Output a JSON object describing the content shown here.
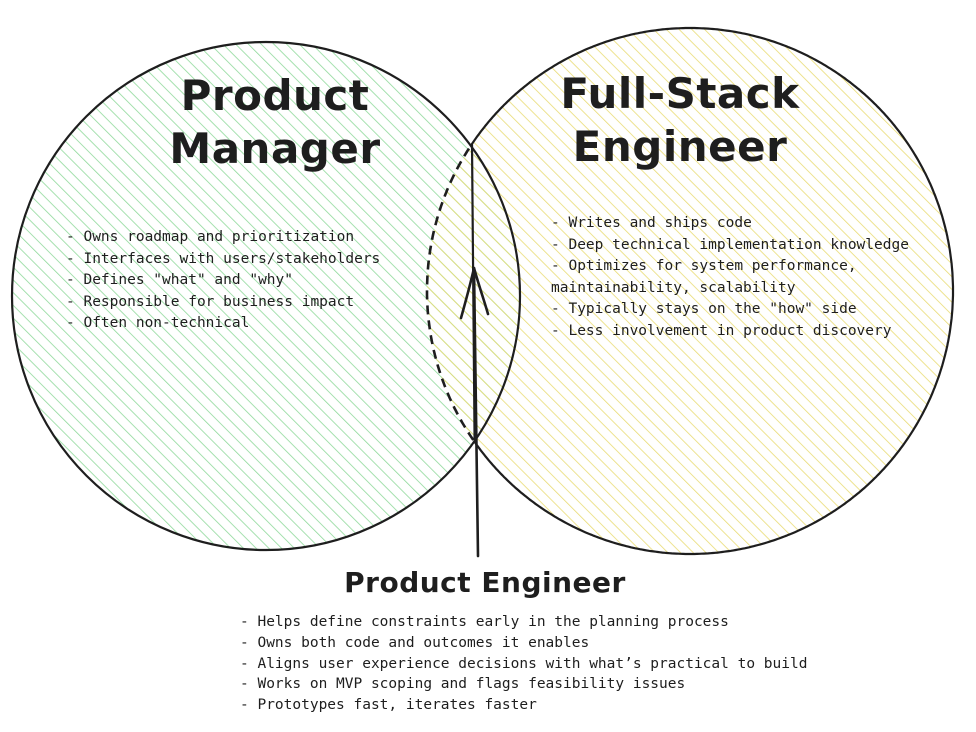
{
  "diagram": {
    "product_manager": {
      "title_lines": [
        "Product",
        "Manager"
      ],
      "fill_color": "#b2f2bb",
      "bullets": [
        "Owns roadmap and prioritization",
        "Interfaces with users/stakeholders",
        "Defines \"what\" and \"why\"",
        "Responsible for business impact",
        "Often non-technical"
      ]
    },
    "full_stack_engineer": {
      "title_lines": [
        "Full-Stack",
        "Engineer"
      ],
      "fill_color": "#ffec99",
      "bullets": [
        "Writes and ships code",
        "Deep technical implementation knowledge",
        "Optimizes for system performance,",
        "maintainability, scalability",
        "Typically stays on the \"how\" side",
        "Less involvement in product discovery"
      ]
    },
    "product_engineer": {
      "title": "Product Engineer",
      "bullets": [
        "Helps define constraints early in the planning process",
        "Owns both code and outcomes it enables",
        "Aligns user experience decisions with what’s practical to build",
        "Works on MVP scoping and flags feasibility issues",
        "Prototypes fast, iterates faster"
      ]
    },
    "stroke_color": "#1e1e1e"
  }
}
